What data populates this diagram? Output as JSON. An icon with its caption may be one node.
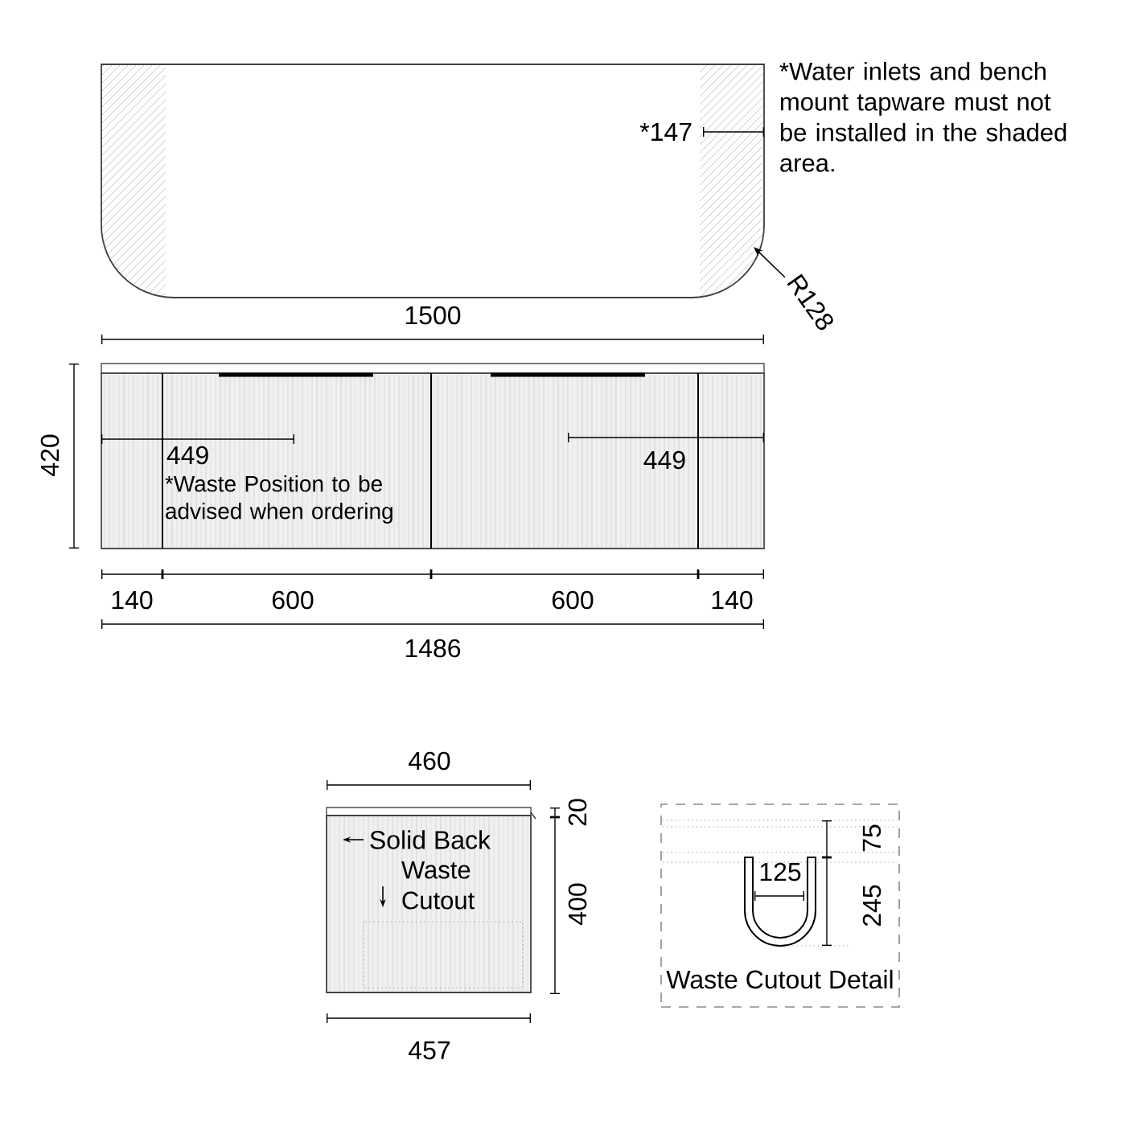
{
  "diagram": {
    "nodes": [
      {
        "text": [],
        "shape": "box"
      },
      {
        "text": [
          "R128"
        ]
      },
      {
        "text": [
          "Waste Cutout Detail"
        ]
      }
    ],
    "edges": [
      {
        "from": 1,
        "to": 0,
        "arrow": "to"
      }
    ],
    "labels": [
      "*Water inlets and bench mount tapware must not be installed in the shaded area.",
      "*147",
      "1500",
      "420",
      "449",
      "*Waste Position to be advised when ordering",
      "449",
      "140",
      "600",
      "600",
      "140",
      "1486",
      "460",
      "Solid Back",
      "Waste Cutout",
      "20",
      "400",
      "457",
      "125",
      "75",
      "245"
    ]
  }
}
